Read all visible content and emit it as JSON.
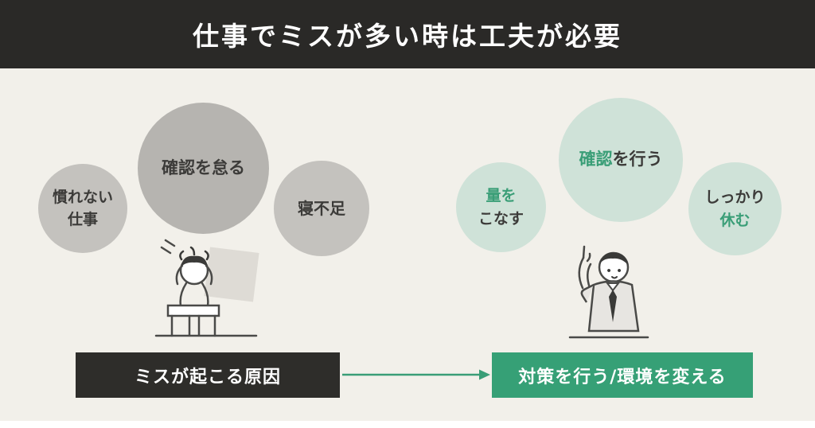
{
  "header": {
    "title": "仕事でミスが多い時は工夫が必要"
  },
  "causes": {
    "bubbles": {
      "unfamiliar_work": {
        "line1": "慣れない",
        "line2": "仕事"
      },
      "neglect_check": {
        "text": "確認を怠る"
      },
      "lack_of_sleep": {
        "text": "寝不足"
      }
    },
    "label": "ミスが起こる原因"
  },
  "solutions": {
    "bubbles": {
      "do_volume": {
        "accent": "量を",
        "normal": "こなす"
      },
      "do_check": {
        "accent": "確認",
        "normal": "を行う"
      },
      "rest_well": {
        "normal": "しっかり",
        "accent": "休む"
      }
    },
    "label": "対策を行う/環境を変える"
  },
  "colors": {
    "header_bg": "#2a2927",
    "page_bg": "#f2f0ea",
    "gray_bubble_light": "#c4c2be",
    "gray_bubble_dark": "#b6b4b0",
    "mint_bubble": "#cfe2d8",
    "accent_green_text": "#3a9e77",
    "cause_box_bg": "#2e2d2a",
    "solution_box_bg": "#36a076",
    "arrow_green": "#3a9e77"
  }
}
